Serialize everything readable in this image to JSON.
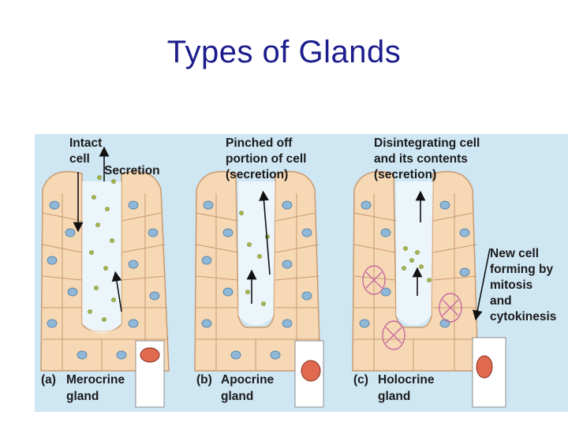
{
  "slide": {
    "title": "Types of Glands"
  },
  "panels": [
    {
      "letter": "(a)",
      "name_line1": "Merocrine",
      "name_line2": "gland",
      "callouts": [
        "Intact\ncell",
        "Secretion"
      ]
    },
    {
      "letter": "(b)",
      "name_line1": "Apocrine",
      "name_line2": "gland",
      "callouts": [
        "Pinched off\nportion of cell\n(secretion)"
      ]
    },
    {
      "letter": "(c)",
      "name_line1": "Holocrine",
      "name_line2": "gland",
      "callouts": [
        "Disintegrating cell\nand its contents\n(secretion)",
        "New cell\nforming by\nmitosis\nand\ncytokinesis"
      ]
    }
  ],
  "colors": {
    "title": "#1c1c8c",
    "background": "#cfe6f3",
    "cell": "#f6d8b4",
    "nucleus": "#8fb8d8",
    "granule": "#a8b84a",
    "mitosis": "#c86aa0"
  }
}
